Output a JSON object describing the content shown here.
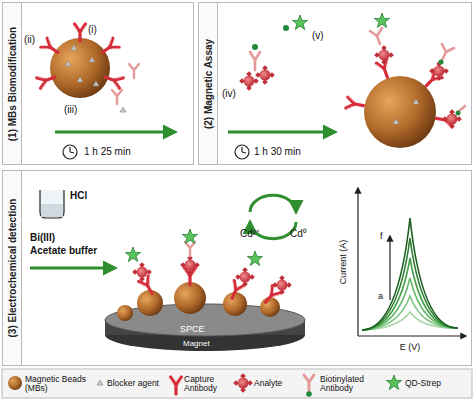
{
  "diagram": {
    "nodes": [
      {
        "text": [
          "(1) MBs Biomodification"
        ]
      },
      {
        "text": [
          "(2) Magnetic Assay"
        ]
      },
      {
        "text": [
          "(3) Electrochemical detection"
        ]
      }
    ],
    "labels": [
      "(i)",
      "(ii)",
      "(iii)",
      "1 h 25 min",
      "(iv)",
      "(v)",
      "1 h 30 min",
      "HCl",
      "Bi(III)",
      "Acetate buffer",
      "SPCE",
      "Magnet",
      "Cd²⁺",
      "Cd⁰",
      "Current (A)",
      "E (V)",
      "a",
      "f"
    ],
    "legend": [
      {
        "text": "Magnetic Beads (MBs)"
      },
      {
        "text": "Blocker agent"
      },
      {
        "text": "Capture Antibody"
      },
      {
        "text": "Analyte"
      },
      {
        "text": "Biotinylated Antibody"
      },
      {
        "text": "QD-Strep"
      }
    ]
  }
}
